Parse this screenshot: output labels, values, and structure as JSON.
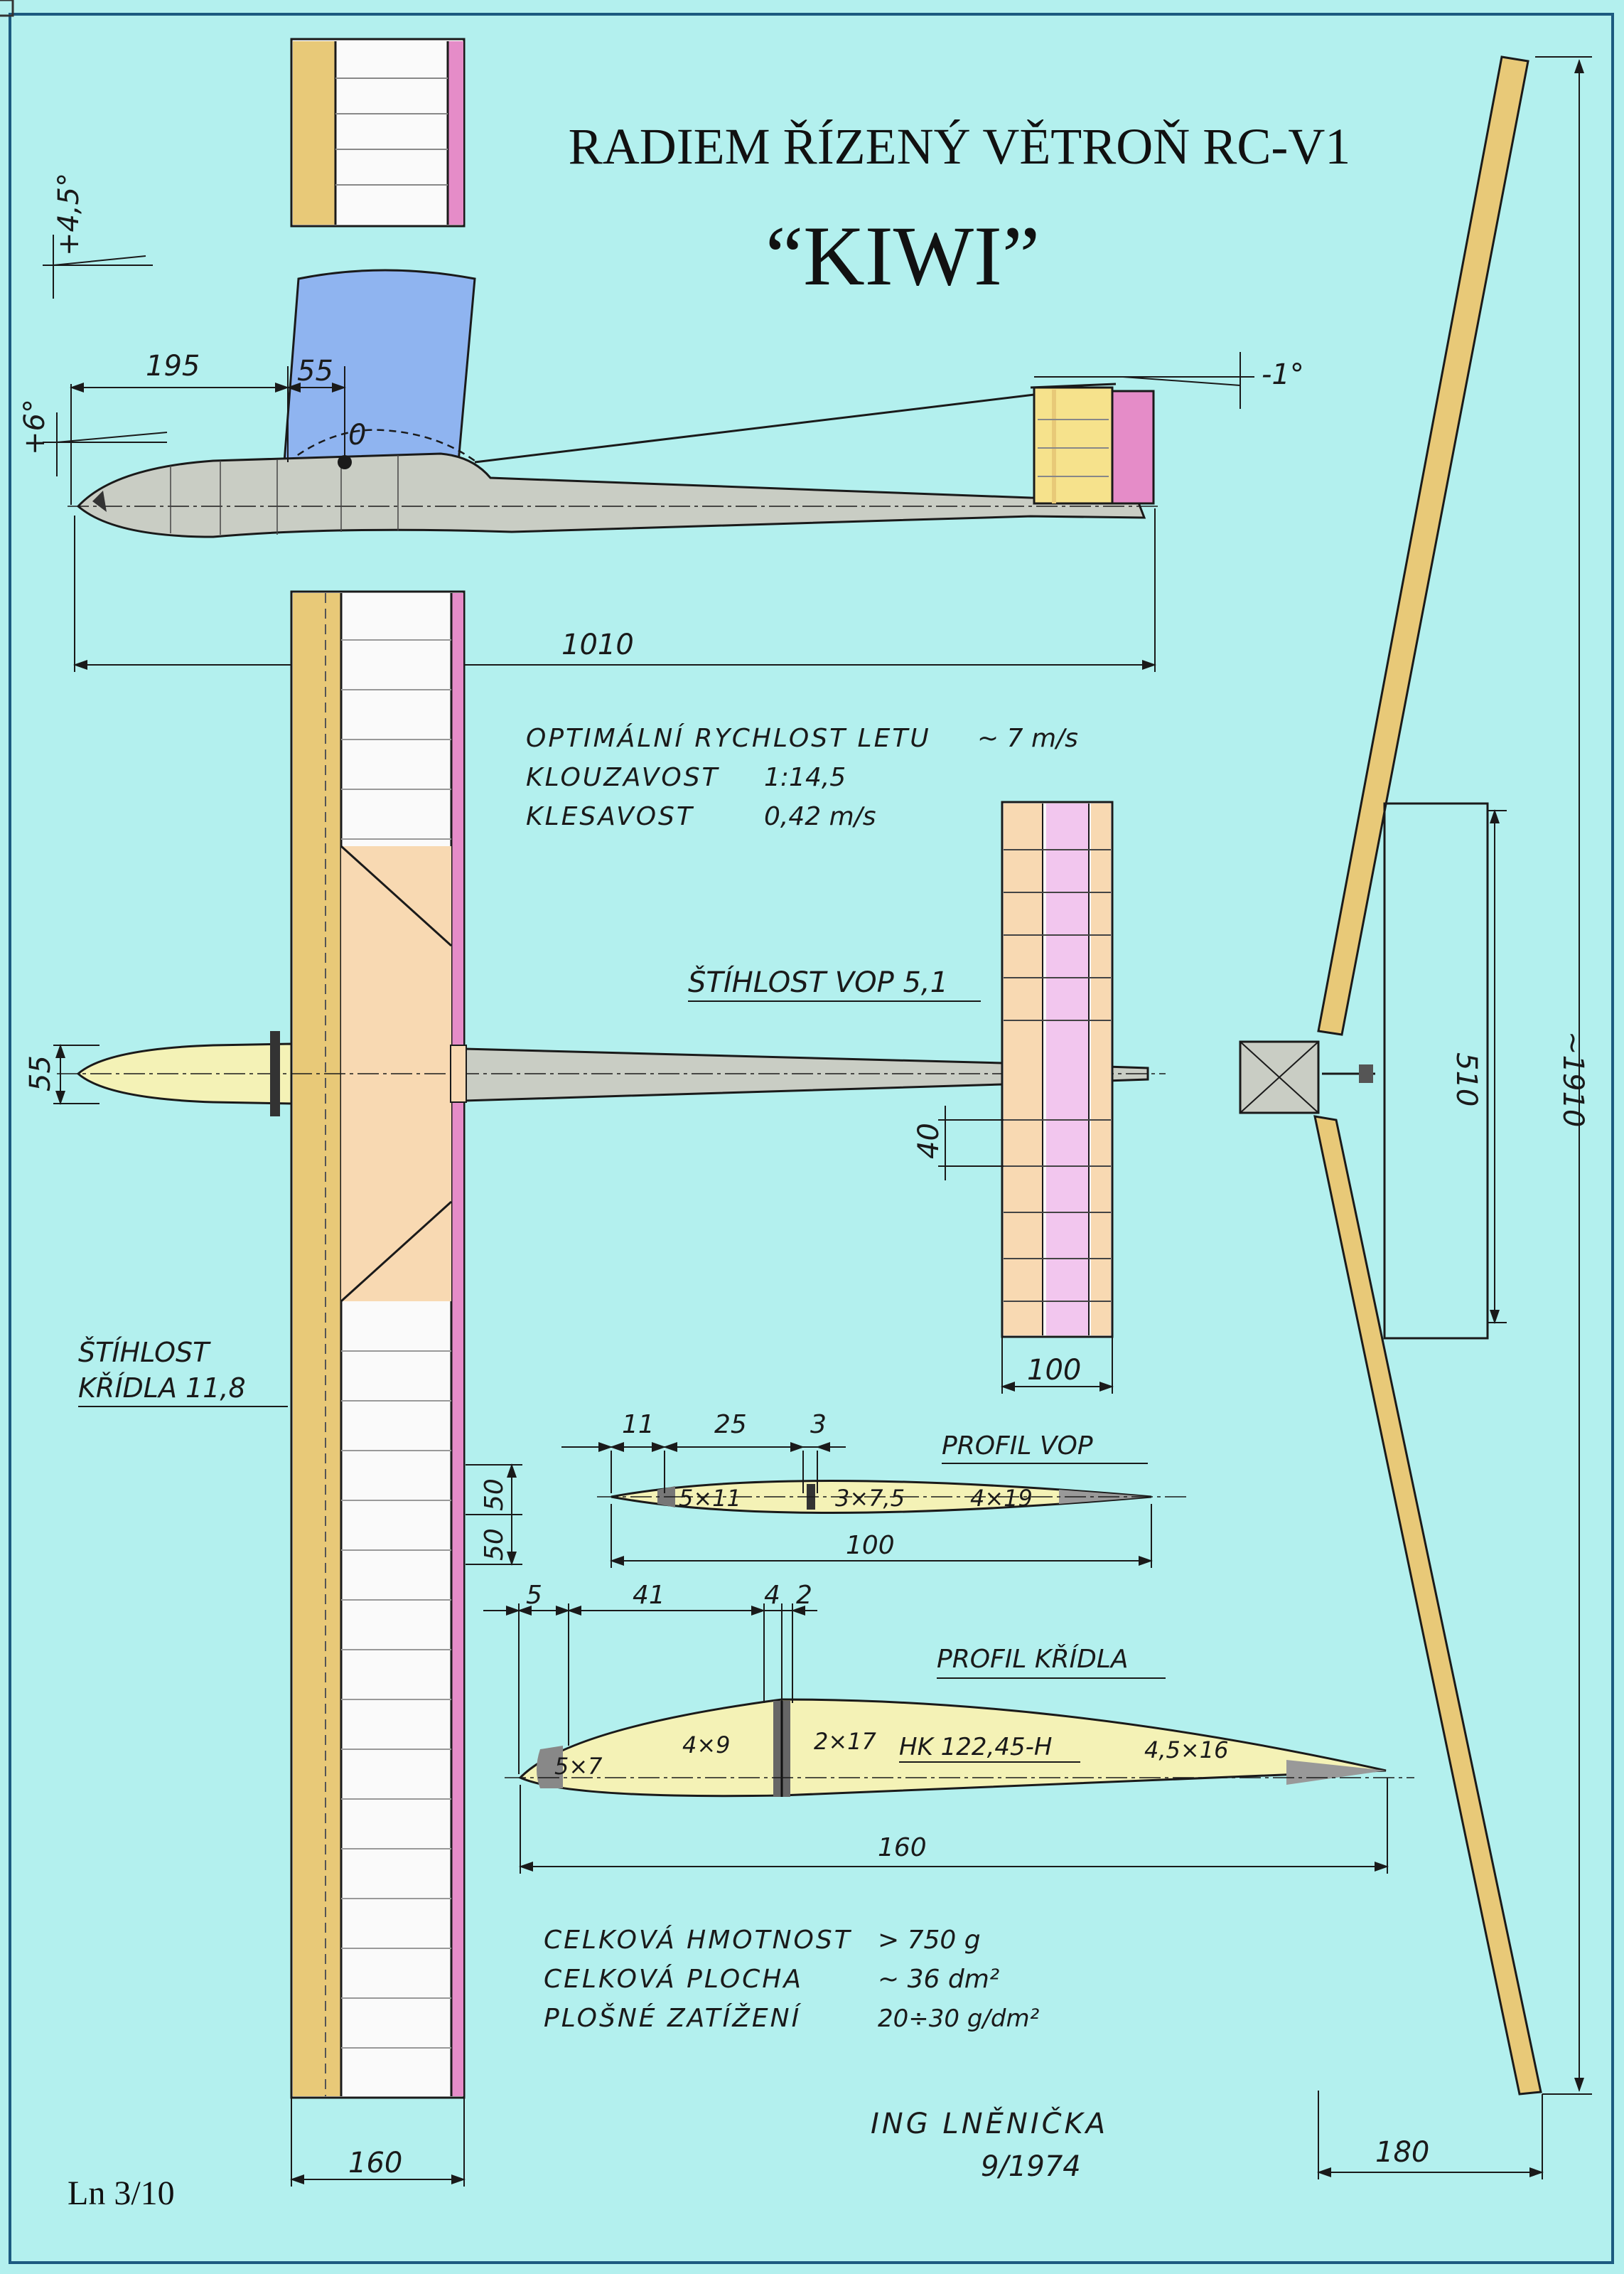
{
  "header": {
    "title": "RADIEM ŘÍZENÝ VĚTROŇ RC-V1",
    "name": "“KIWI”"
  },
  "colors": {
    "background": "#b3f0ee",
    "wood": "#e8c978",
    "pink": "#e58cc8",
    "blue": "#8fb4f0",
    "fuselage": "#c9cdc4",
    "peach": "#f8d9b2",
    "profile_fill": "#f4f2b6",
    "stab_pink": "#f2c6ee",
    "line": "#1a1a1a"
  },
  "side_view": {
    "angles": {
      "fin": "+4,5°",
      "wing": "+6°",
      "stab": "-1°"
    },
    "dims": {
      "d195": "195",
      "d55": "55",
      "zero": "0",
      "length": "1010"
    }
  },
  "performance": {
    "speed_label": "OPTIMÁLNÍ RYCHLOST LETU",
    "speed_value": "~ 7 m/s",
    "glide_label": "KLOUZAVOST",
    "glide_value": "1:14,5",
    "sink_label": "KLESAVOST",
    "sink_value": "0,42 m/s"
  },
  "stab": {
    "aspect": "ŠTÍHLOST VOP 5,1",
    "d40": "40",
    "chord": "100"
  },
  "wing": {
    "aspect_line1": "ŠTÍHLOST",
    "aspect_line2": "KŘÍDLA 11,8",
    "d55": "55",
    "d50a": "50",
    "d50b": "50",
    "chord": "160"
  },
  "profile_vop": {
    "title": "PROFIL VOP",
    "dims": [
      "11",
      "25",
      "3"
    ],
    "spars": [
      "5×11",
      "3×7,5",
      "4×19"
    ],
    "chord": "100"
  },
  "profile_wing": {
    "title": "PROFIL KŘÍDLA",
    "dims": [
      "5",
      "41",
      "4",
      "2"
    ],
    "spars": [
      "5×7",
      "4×9",
      "2×17",
      "4,5×16"
    ],
    "airfoil": "HK 122,45-H",
    "chord": "160"
  },
  "front_view": {
    "span": "~1910",
    "d510": "510",
    "d180": "180"
  },
  "specs": {
    "mass_label": "CELKOVÁ HMOTNOST",
    "mass_value": "> 750 g",
    "area_label": "CELKOVÁ PLOCHA",
    "area_value": "~ 36 dm²",
    "load_label": "PLOŠNÉ ZATÍŽENÍ",
    "load_value": "20÷30 g/dm²"
  },
  "author": {
    "name": "ING LNĚNIČKA",
    "date": "9/1974"
  },
  "sheet_ref": "Ln 3/10"
}
